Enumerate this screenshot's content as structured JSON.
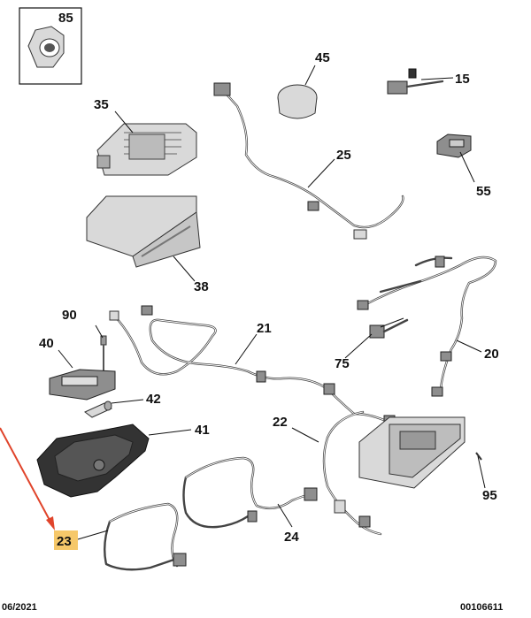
{
  "parts": {
    "p85": "85",
    "p45": "45",
    "p15": "15",
    "p35": "35",
    "p25": "25",
    "p55": "55",
    "p38": "38",
    "p90": "90",
    "p21": "21",
    "p20": "20",
    "p40": "40",
    "p75": "75",
    "p42": "42",
    "p41": "41",
    "p22": "22",
    "p95": "95",
    "p24": "24",
    "p23": "23"
  },
  "footer": {
    "date": "06/2021",
    "code": "00106611"
  },
  "colors": {
    "highlight": "#f6c86a",
    "arrow": "#e0442b",
    "line": "#111111"
  }
}
